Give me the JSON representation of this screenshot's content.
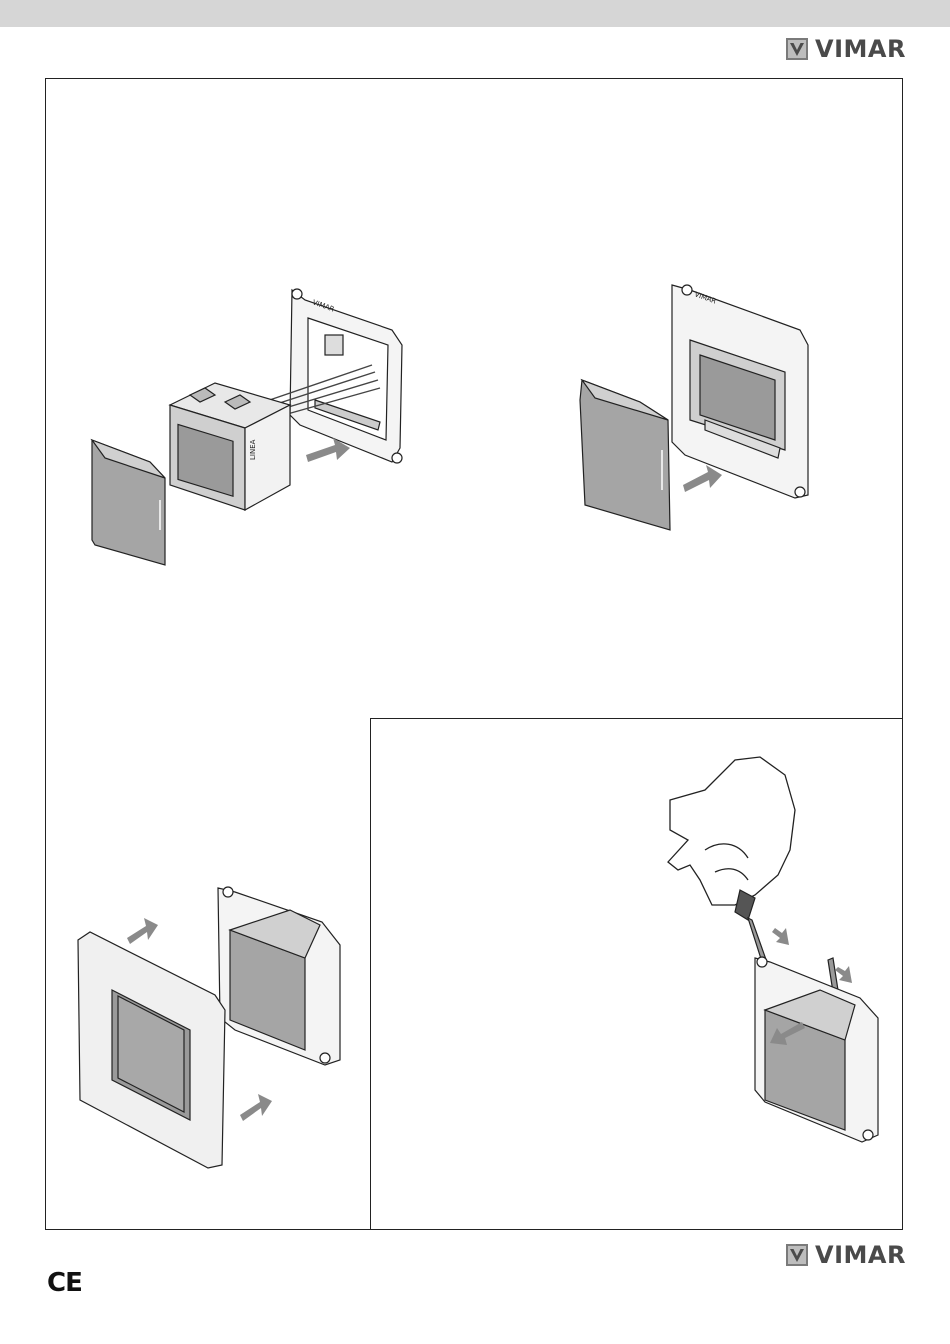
{
  "header": {
    "brand": {
      "name": "VIMAR",
      "icon": "vimar-logo-icon"
    }
  },
  "figures": [
    {
      "id": "fig-1",
      "icon": "mechanism-insert-into-frame"
    },
    {
      "id": "fig-2",
      "icon": "cover-attach-to-frame"
    },
    {
      "id": "fig-3",
      "icon": "plate-attach"
    },
    {
      "id": "fig-4",
      "icon": "screwdriver-removal"
    }
  ],
  "mounting_labels": {
    "top": "VIMAR",
    "side": "LINEA"
  },
  "footer": {
    "ce_mark": "CE",
    "brand": {
      "name": "VIMAR",
      "icon": "vimar-logo-icon"
    }
  },
  "colors": {
    "bar": "#d6d6d6",
    "logo_gray": "#4a4a4a",
    "arrow": "#8a8a8a"
  }
}
